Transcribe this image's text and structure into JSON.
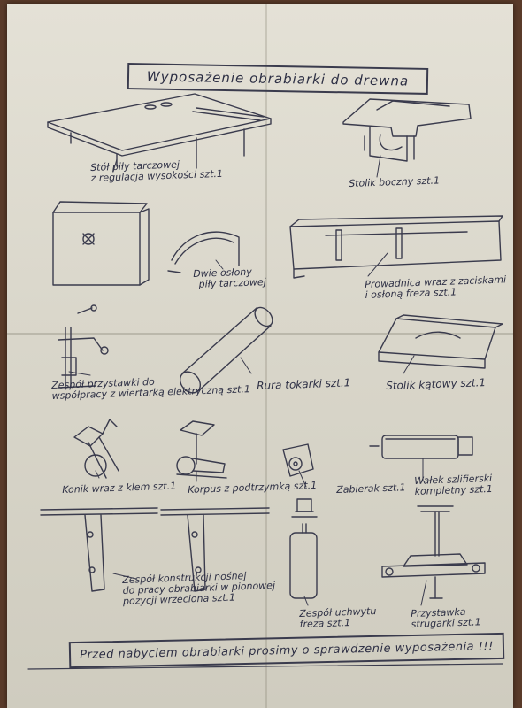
{
  "title": "Wyposażenie obrabiarki do drewna",
  "footer": "Przed nabyciem obrabiarki prosimy o sprawdzenie wyposażenia !!!",
  "items": [
    {
      "line1": "Stół piły tarczowej",
      "line2": "z regulacją wysokości szt.1"
    },
    {
      "line1": "Stolik boczny szt.1",
      "line2": ""
    },
    {
      "line1": "Dwie osłony",
      "line2": "piły tarczowej"
    },
    {
      "line1": "Prowadnica wraz z zaciskami",
      "line2": "i osłoną freza szt.1"
    },
    {
      "line1": "Zespół przystawki do",
      "line2": "współpracy z wiertarką elektryczną szt.1"
    },
    {
      "line1": "Rura tokarki szt.1",
      "line2": ""
    },
    {
      "line1": "Stolik kątowy szt.1",
      "line2": ""
    },
    {
      "line1": "Konik wraz z klem szt.1",
      "line2": ""
    },
    {
      "line1": "Korpus z podtrzymką szt.1",
      "line2": ""
    },
    {
      "line1": "Zabierak szt.1",
      "line2": ""
    },
    {
      "line1": "Wałek szlifierski",
      "line2": "kompletny szt.1"
    },
    {
      "line1": "Zespół konstrukcji nośnej",
      "line2": "do pracy obrabiarki w pionowej",
      "line3": "pozycji wrzeciona szt.1"
    },
    {
      "line1": "Zespół uchwytu",
      "line2": "freza szt.1"
    },
    {
      "line1": "Przystawka",
      "line2": "strugarki szt.1"
    }
  ]
}
